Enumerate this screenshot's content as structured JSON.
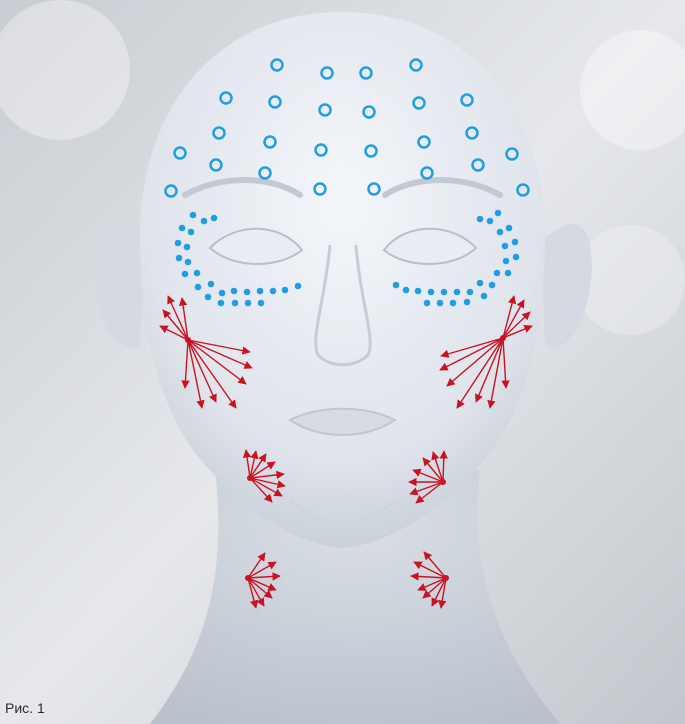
{
  "figure": {
    "caption": "Рис. 1"
  },
  "colors": {
    "circle_marker": "#1f9ee6",
    "dot_marker": "#1f9ee6",
    "arrow_marker": "#cc1222",
    "background": "#d9dbe0",
    "face_skin": "#e8ecf2"
  },
  "legend_semantics": {
    "blue_open_circles": "forehead-points",
    "blue_dots": "under-eye-points",
    "red_arrows": "fan-direction-vectors"
  }
}
